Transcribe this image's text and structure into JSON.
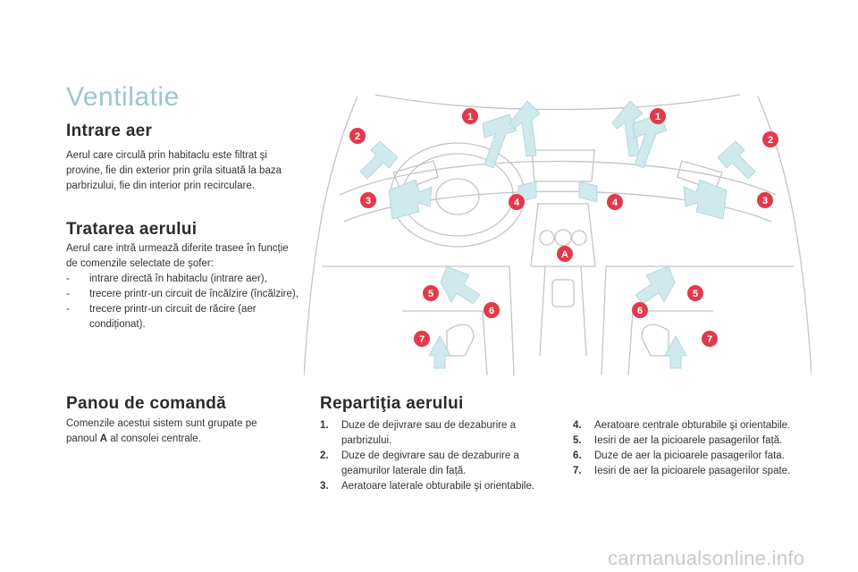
{
  "page": {
    "title": "Ventilatie",
    "footer": "carmanualsonline.info"
  },
  "intrare": {
    "heading": "Intrare aer",
    "text": "Aerul care circulă prin habitaclu este filtrat şi provine, fie din exterior prin grila situată la baza parbrizului, fie din interior prin recirculare."
  },
  "tratare": {
    "heading": "Tratarea aerului",
    "intro": "Aerul care intră urmează diferite trasee în funcție de comenzile selectate de şofer:",
    "bullets": [
      "intrare directă în habitaclu (intrare aer),",
      "trecere printr-un circuit de încălzire (încălzire),",
      "trecere printr-un circuit de răcire (aer condiționat)."
    ]
  },
  "panou": {
    "heading": "Panou de comandă",
    "text_before": "Comenzile acestui sistem sunt grupate pe panoul ",
    "letter": "A",
    "text_after": " al consolei centrale."
  },
  "repartitia": {
    "heading": "Repartiţia aerului",
    "col1": [
      {
        "n": "1.",
        "t": "Duze de dejivrare sau de dezaburire a parbrizului."
      },
      {
        "n": "2.",
        "t": "Duze de degivrare sau de dezaburire a geamurilor laterale din față."
      },
      {
        "n": "3.",
        "t": "Aeratoare laterale obturabile şi orientabile."
      }
    ],
    "col2": [
      {
        "n": "4.",
        "t": "Aeratoare centrale obturabile şi orientabile."
      },
      {
        "n": "5.",
        "t": "Iesiri de aer la picioarele pasagerilor față."
      },
      {
        "n": "6.",
        "t": "Duze de aer la picioarele pasagerilor fata."
      },
      {
        "n": "7.",
        "t": "Iesiri de aer la picioarele pasagerilor spate."
      }
    ]
  },
  "illustration": {
    "callouts": [
      "1",
      "1",
      "2",
      "2",
      "3",
      "3",
      "4",
      "4",
      "A",
      "5",
      "5",
      "6",
      "6",
      "7",
      "7"
    ],
    "callout_color": "#e23a4a",
    "arrow_color": "#cfe9ec",
    "line_color": "#c4c4c4"
  }
}
